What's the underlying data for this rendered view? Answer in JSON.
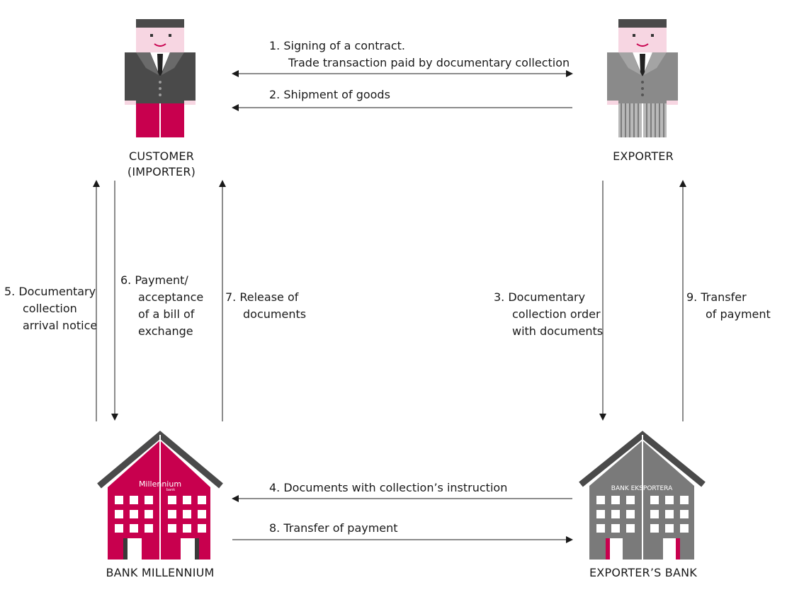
{
  "colors": {
    "brand": "#c8004e",
    "gray_dark": "#4a4a4a",
    "gray_mid": "#7a7a7a",
    "gray_light": "#a8a8a8",
    "skin": "#f7d6e2"
  },
  "parties": {
    "customer": {
      "line1": "CUSTOMER",
      "line2": "(IMPORTER)"
    },
    "exporter": {
      "line1": "EXPORTER"
    },
    "bank_millennium": {
      "caption": "BANK MILLENNIUM",
      "sign": "Millennium",
      "sign_sub": "bank"
    },
    "exporters_bank": {
      "caption": "EXPORTER’S BANK",
      "sign": "BANK EKSPORTERA"
    }
  },
  "steps": {
    "s1": {
      "line1": "1.  Signing of a contract.",
      "line2": "Trade transaction paid by documentary collection"
    },
    "s2": {
      "line1": "2.  Shipment of goods"
    },
    "s3": {
      "line1": "3.  Documentary",
      "line2": "collection order",
      "line3": "with documents"
    },
    "s4": {
      "line1": "4.  Documents with collection’s instruction"
    },
    "s5": {
      "line1": "5.  Documentary",
      "line2": "collection",
      "line3": "arrival notice"
    },
    "s6": {
      "line1": "6.  Payment/",
      "line2": "acceptance",
      "line3": "of a bill of",
      "line4": "exchange"
    },
    "s7": {
      "line1": "7.  Release of",
      "line2": "documents"
    },
    "s8": {
      "line1": "8.  Transfer of payment"
    },
    "s9": {
      "line1": "9.  Transfer",
      "line2": "of payment"
    }
  }
}
